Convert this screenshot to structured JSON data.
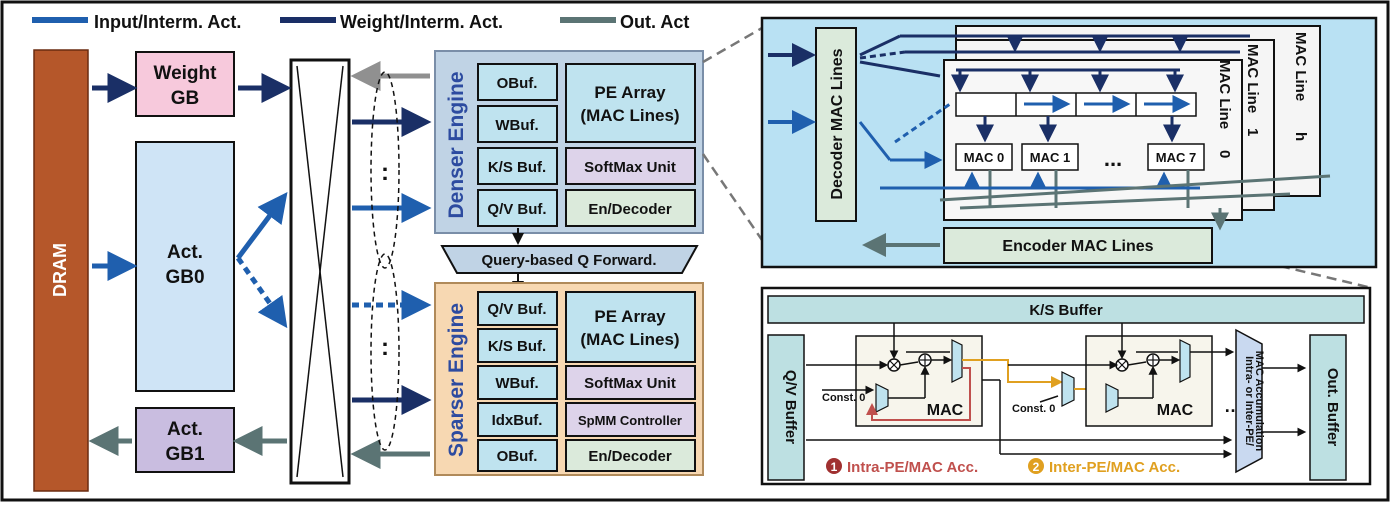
{
  "legend": {
    "input": "Input/Interm. Act.",
    "weight": "Weight/Interm. Act.",
    "output": "Out. Act"
  },
  "colors": {
    "input": "#1f5fae",
    "weight": "#1a2f66",
    "output": "#5b7474",
    "dram": "#b5572a",
    "weight_gb": "#f7c9dc",
    "act_gb0": "#cfe4f6",
    "act_gb1": "#c9bde0",
    "dense_engine": "#c0d3e5",
    "sparse_engine": "#f7d8b2",
    "module_blue": "#bfe3ef",
    "module_purple": "#ddd3ea",
    "module_green": "#dbeadb",
    "mac_panel": "#b9e1f3",
    "intra": "#c0504d",
    "inter": "#e0a020"
  },
  "left": {
    "dram": "DRAM",
    "weight_gb": [
      "Weight",
      "GB"
    ],
    "act_gb0": [
      "Act.",
      "GB0"
    ],
    "act_gb1": [
      "Act.",
      "GB1"
    ],
    "ellipsis": ":"
  },
  "denser": {
    "title": "Denser Engine",
    "buffers": [
      "OBuf.",
      "WBuf.",
      "K/S Buf.",
      "Q/V Buf."
    ],
    "pe_array": [
      "PE Array",
      "(MAC Lines)"
    ],
    "softmax": "SoftMax Unit",
    "endecoder": "En/Decoder"
  },
  "query_forward": "Query-based Q Forward.",
  "sparser": {
    "title": "Sparser Engine",
    "buffers": [
      "Q/V Buf.",
      "K/S Buf.",
      "WBuf.",
      "IdxBuf.",
      "OBuf."
    ],
    "pe_array": [
      "PE Array",
      "(MAC Lines)"
    ],
    "softmax": "SoftMax Unit",
    "spmm": "SpMM Controller",
    "endecoder": "En/Decoder"
  },
  "mac_panel": {
    "decoder": "Decoder MAC Lines",
    "encoder": "Encoder MAC Lines",
    "line0": [
      "MAC Line",
      "0"
    ],
    "line1": [
      "MAC Line",
      "1"
    ],
    "lineh": [
      "MAC Line",
      "h"
    ],
    "macs": [
      "MAC 0",
      "MAC 1",
      "MAC 7"
    ],
    "dots": "..."
  },
  "acc_panel": {
    "ks_buffer": "K/S Buffer",
    "qv_buffer": "Q/V Buffer",
    "out_buffer": "Out. Buffer",
    "const": "Const. 0",
    "mac": "MAC",
    "dots": "…",
    "accum": [
      "Intra- or Inter-PE/",
      "MAC Accumulation"
    ],
    "legend1_num": "1",
    "legend1": "Intra-PE/MAC Acc.",
    "legend2_num": "2",
    "legend2": "Inter-PE/MAC Acc."
  }
}
